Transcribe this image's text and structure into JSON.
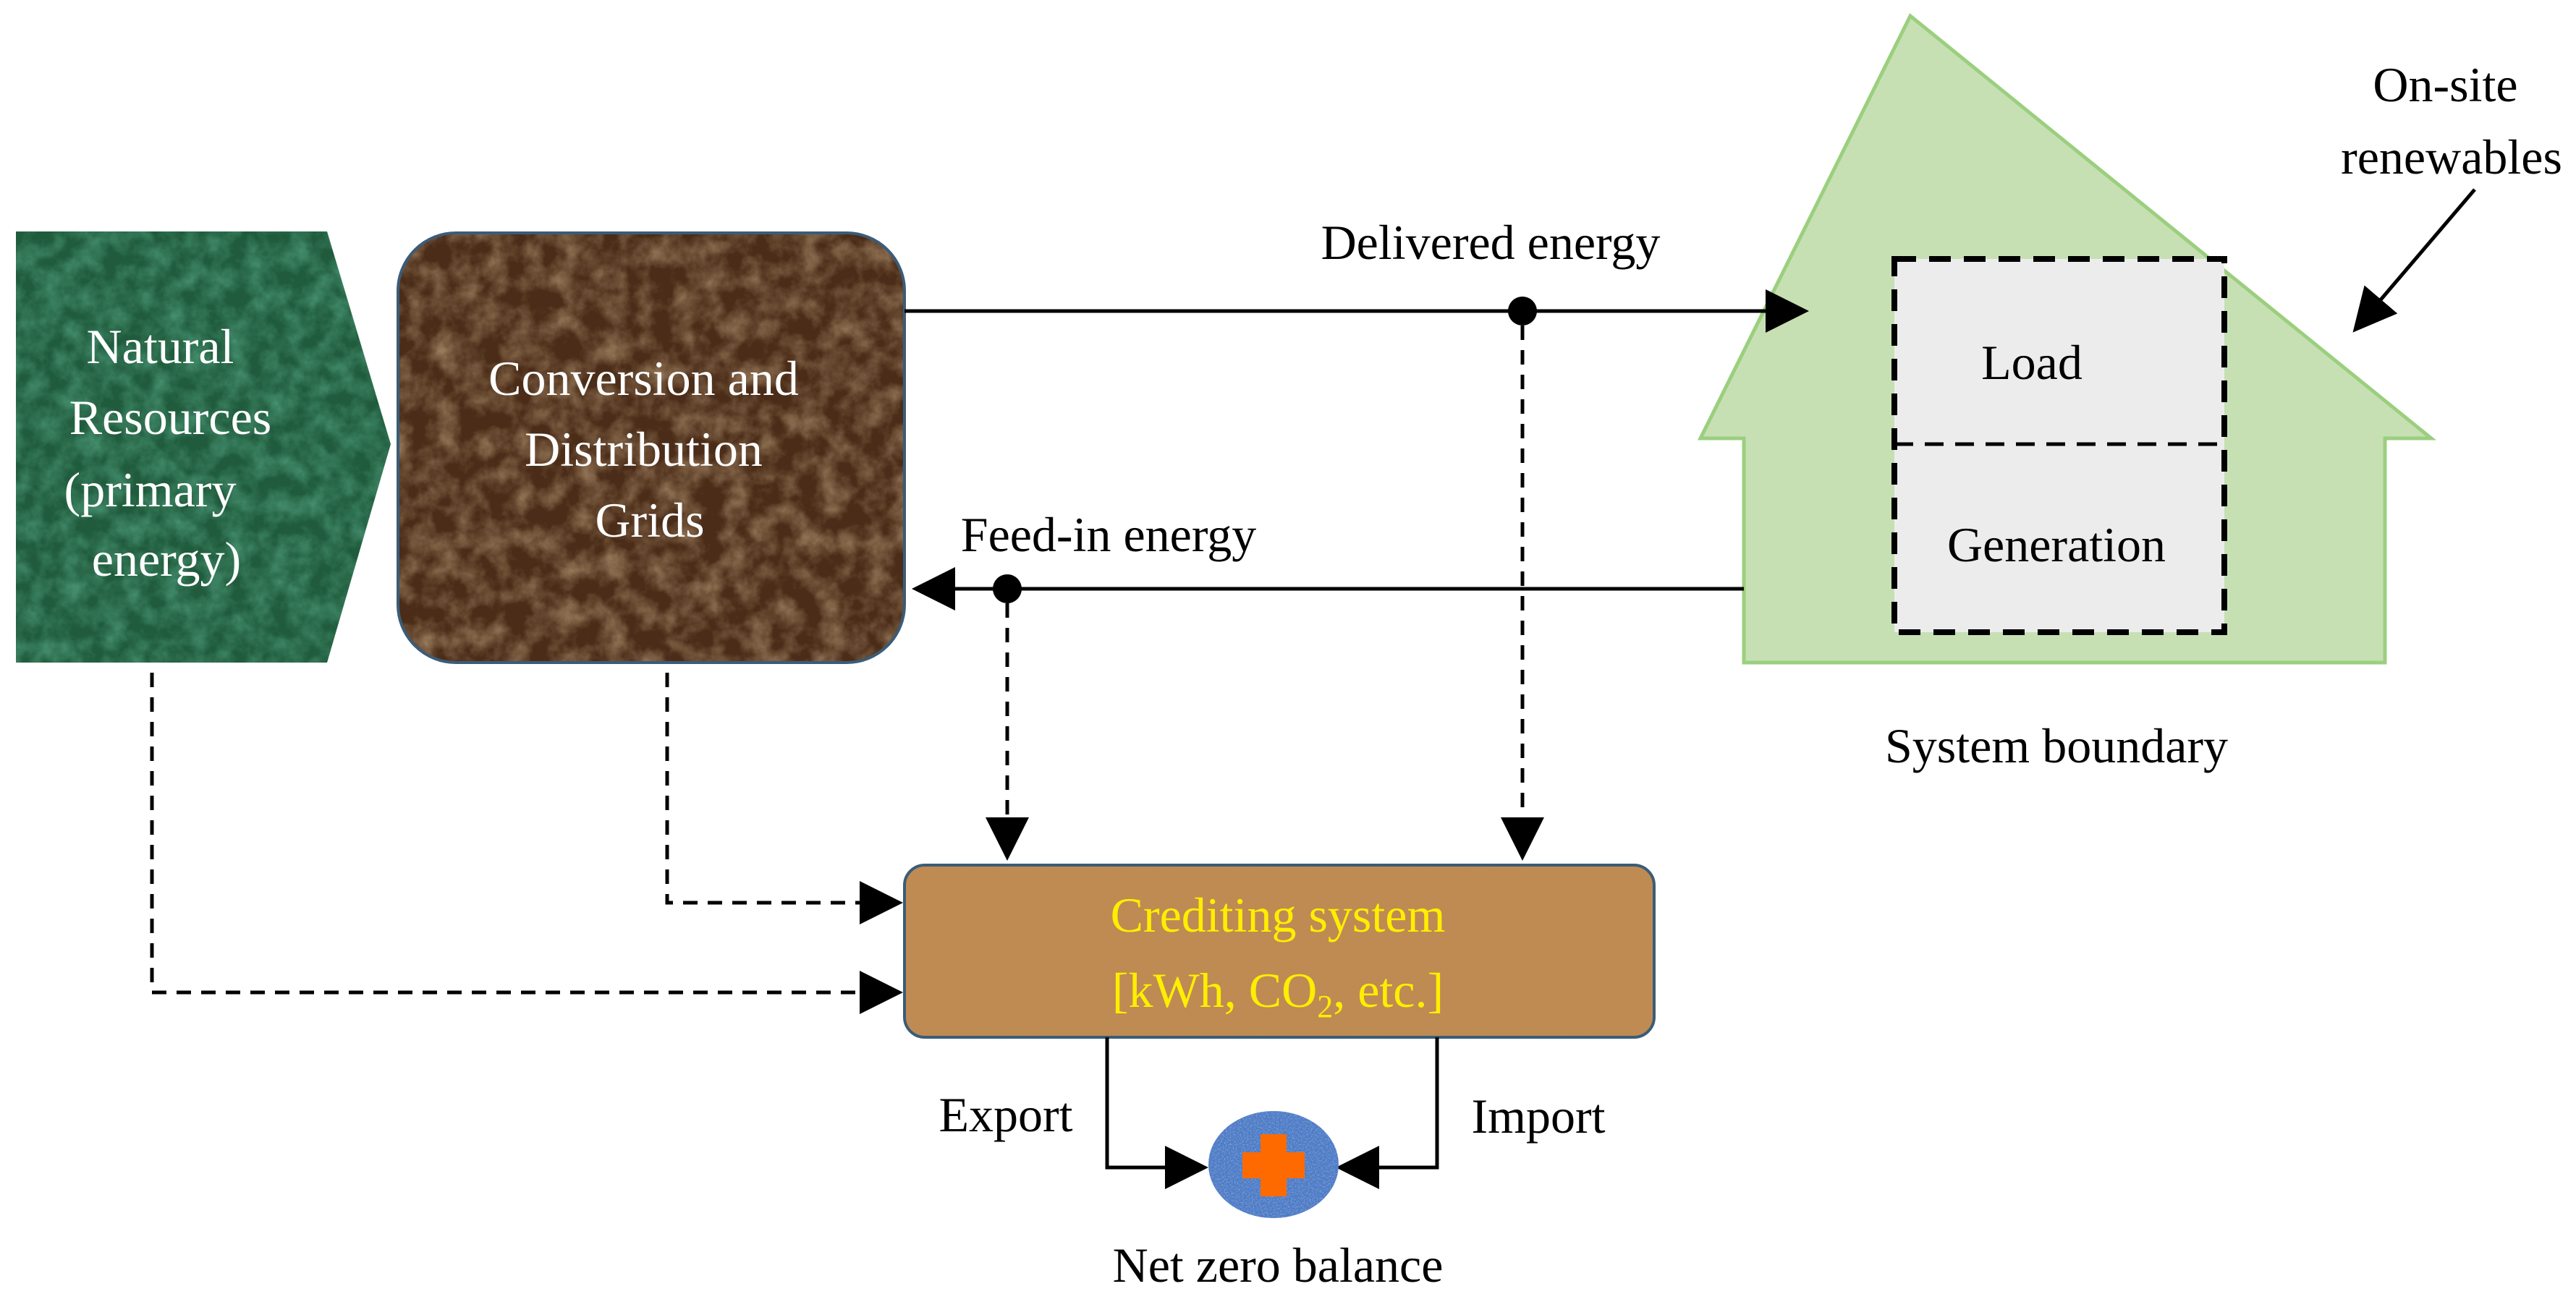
{
  "natural_resources": {
    "lines": [
      "Natural",
      "Resources",
      "(primary",
      "energy)"
    ]
  },
  "conversion": {
    "lines": [
      "Conversion and",
      "Distribution",
      "Grids"
    ]
  },
  "delivered_energy": "Delivered energy",
  "feed_in_energy": "Feed-in energy",
  "house": {
    "load": "Load",
    "generation": "Generation",
    "system_boundary": "System boundary",
    "onsite_line1": "On-site",
    "onsite_line2": "renewables"
  },
  "crediting": {
    "line1": "Crediting system",
    "line2_prefix": "[kWh, CO",
    "line2_sub": "2",
    "line2_suffix": ", etc.]"
  },
  "export": "Export",
  "import": "Import",
  "net_zero": "Net zero balance",
  "colors": {
    "natural_fill": "#1f5b3c",
    "conversion_fill": "#4a2c18",
    "house_fill": "#c6e0b4",
    "house_stroke": "#9bcf7e",
    "box_fill": "#ececec",
    "crediting_fill": "#c18a50",
    "crediting_text": "#ffee00",
    "plus_circle": "#4b79c4",
    "plus": "#ff6a00"
  }
}
